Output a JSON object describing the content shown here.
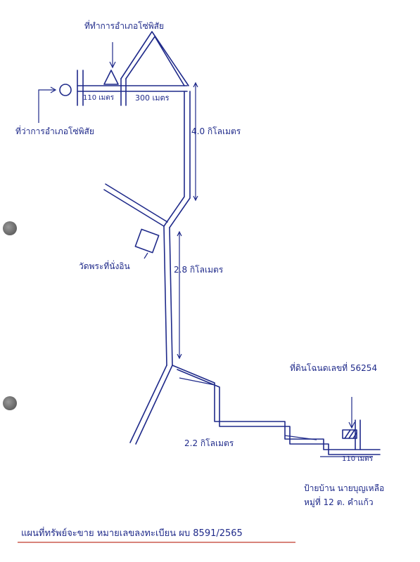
{
  "map": {
    "ink_color": "#1f2a8a",
    "underline_color": "#c0392b",
    "labels": {
      "org_top": "ที่ทำการอำเภอโซ่พิสัย",
      "district_office": "ที่ว่าการอำเภอโซ่พิสัย",
      "dist_110_top": "110 เมตร",
      "dist_300": "300 เมตร",
      "dist_4_0": "4.0 กิโลเมตร",
      "temple": "วัดพระที่นั่งอิน",
      "dist_2_8": "2.8 กิโลเมตร",
      "dist_2_2": "2.2 กิโลเมตร",
      "plot_number": "ที่ดินโฉนดเลขที่ 56254",
      "dist_110_bottom": "110 เมตร",
      "house_line1": "ป้ายบ้าน นายบุญเหลือ",
      "house_line2": "หมู่ที่ 12 ต. คำแก้ว",
      "caption": "แผนที่ทรัพย์จะขาย หมายเลขลงทะเบียน ผบ 8591/2565"
    }
  }
}
